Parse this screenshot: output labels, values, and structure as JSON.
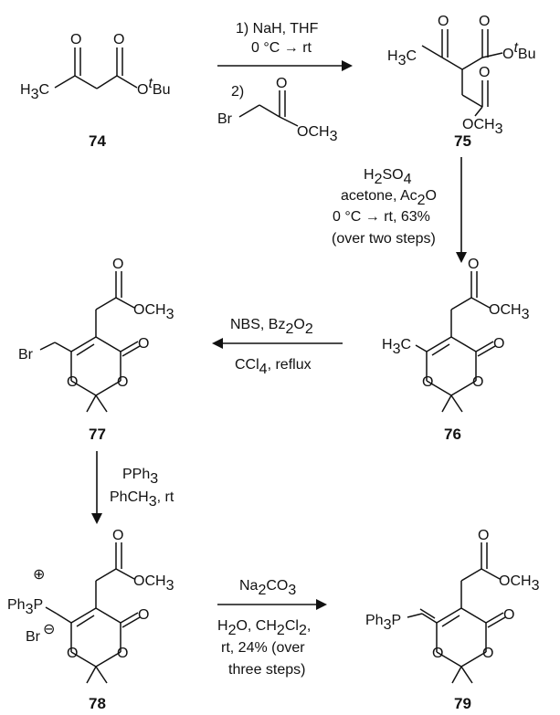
{
  "compounds": {
    "c74": "74",
    "c75": "75",
    "c76": "76",
    "c77": "77",
    "c78": "78",
    "c79": "79"
  },
  "atoms": {
    "O": "O",
    "H3C": "H3C",
    "OtBu": "O",
    "tBu_sup": "t",
    "Bu": "Bu",
    "OCH3": "OCH3",
    "Br": "Br",
    "Ph3P": "Ph3P",
    "Br_minus": "Br",
    "plus": "⊕",
    "minus": "⊖"
  },
  "steps": {
    "step1": {
      "line1": "1) NaH, THF",
      "line2": "0 °C → rt",
      "line3": "2)"
    },
    "step2": {
      "line1": "H2SO4",
      "line2": "acetone, Ac2O",
      "line3": "0 °C → rt, 63%",
      "line4": "(over two steps)"
    },
    "step3": {
      "line1": "NBS, Bz2O2",
      "line2": "CCl4, reflux"
    },
    "step4": {
      "line1": "PPh3",
      "line2": "PhCH3, rt"
    },
    "step5": {
      "line1": "Na2CO3",
      "line2": "H2O, CH2Cl2,",
      "line3": "rt, 24% (over",
      "line4": "three steps)"
    }
  }
}
